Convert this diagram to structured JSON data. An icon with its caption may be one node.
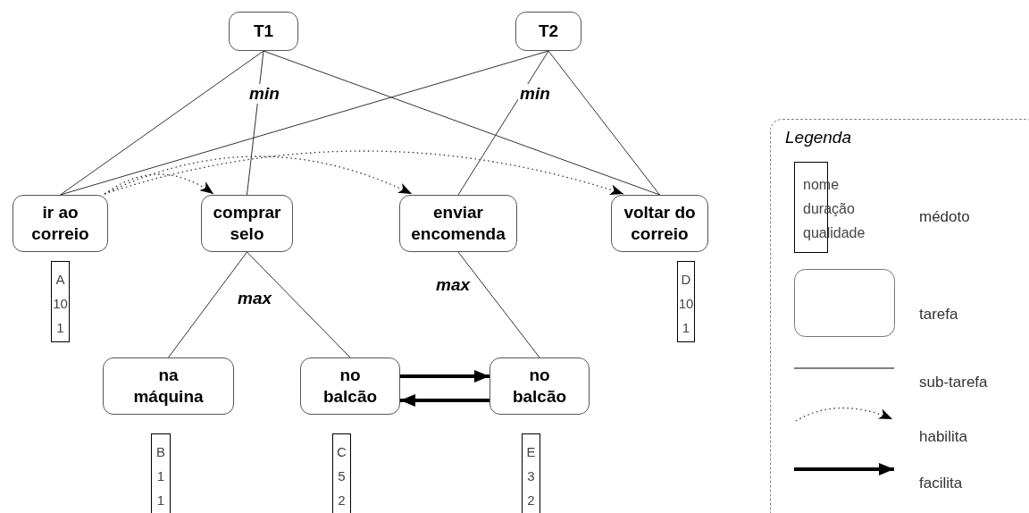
{
  "diagram": {
    "nodes": [
      {
        "text": [
          "T1"
        ],
        "beside": [
          "min"
        ]
      },
      {
        "text": [
          "T2"
        ],
        "beside": [
          "min"
        ]
      },
      {
        "text": [
          "ir ao correio"
        ]
      },
      {
        "text": [
          "comprar selo"
        ],
        "beside": [
          "max"
        ]
      },
      {
        "text": [
          "enviar encomenda"
        ],
        "beside": [
          "max"
        ]
      },
      {
        "text": [
          "voltar do correio"
        ]
      },
      {
        "text": [
          "na máquina"
        ]
      },
      {
        "text": [
          "no balcão"
        ]
      },
      {
        "text": [
          "no balcão"
        ]
      },
      {
        "text": [
          "A",
          "10",
          "1"
        ]
      },
      {
        "text": [
          "D",
          "10",
          "1"
        ]
      },
      {
        "text": [
          "B",
          "1",
          "1"
        ]
      },
      {
        "text": [
          "C",
          "5",
          "2"
        ]
      },
      {
        "text": [
          "E",
          "3",
          "2"
        ]
      },
      {
        "text": [
          "Legenda"
        ]
      },
      {
        "text": [
          "nome",
          "duração",
          "qualidade"
        ],
        "in": 14
      }
    ],
    "edges": [
      {
        "from": 0,
        "to": 2,
        "arrow": "none"
      },
      {
        "from": 0,
        "to": 3,
        "arrow": "none"
      },
      {
        "from": 0,
        "to": 5,
        "arrow": "none"
      },
      {
        "from": 1,
        "to": 2,
        "arrow": "none"
      },
      {
        "from": 1,
        "to": 4,
        "arrow": "none"
      },
      {
        "from": 1,
        "to": 5,
        "arrow": "none"
      },
      {
        "from": 3,
        "to": 6,
        "arrow": "none"
      },
      {
        "from": 3,
        "to": 7,
        "arrow": "none"
      },
      {
        "from": 4,
        "to": 8,
        "arrow": "none"
      },
      {
        "from": 2,
        "to": 3,
        "arrow": "to",
        "style": "dashed"
      },
      {
        "from": 2,
        "to": 4,
        "arrow": "to",
        "style": "dashed"
      },
      {
        "from": 2,
        "to": 5,
        "arrow": "to",
        "style": "dashed"
      },
      {
        "from": 7,
        "to": 8,
        "arrow": "to",
        "style": "thick"
      },
      {
        "from": 8,
        "to": 7,
        "arrow": "to",
        "style": "thick"
      }
    ],
    "legend": [
      {
        "text": "médoto"
      },
      {
        "text": "tarefa"
      },
      {
        "text": "sub-tarefa"
      },
      {
        "text": "habilita"
      },
      {
        "text": "facilita"
      }
    ]
  }
}
